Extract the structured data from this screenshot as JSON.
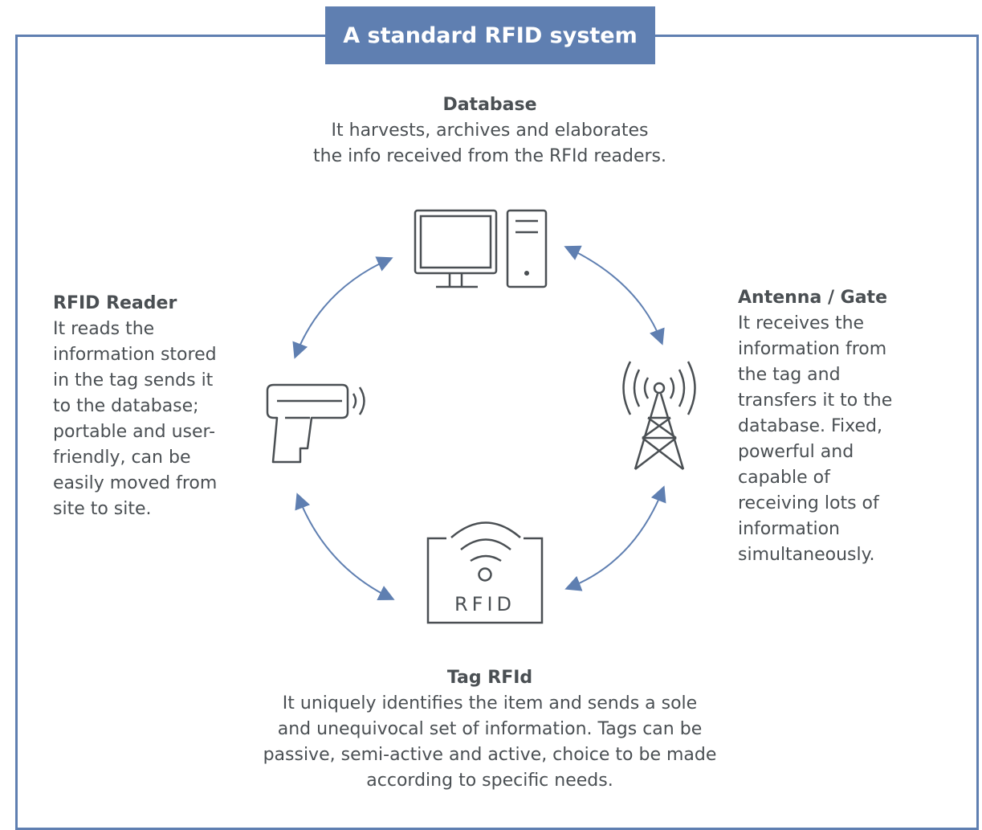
{
  "title": "A standard RFID system",
  "colors": {
    "accent": "#5f7fb1",
    "icon_stroke": "#4a4f53",
    "text": "#4a4f53"
  },
  "nodes": {
    "database": {
      "heading": "Database",
      "text": "It harvests, archives and elaborates\nthe info received from the RFId readers.",
      "icon": "desktop-computer-icon"
    },
    "reader": {
      "heading": "RFID Reader",
      "text": "It reads the\ninformation stored\nin the tag sends it\nto the database;\nportable and user-\nfriendly, can be\neasily moved from\nsite to site.",
      "icon": "handheld-scanner-icon"
    },
    "antenna": {
      "heading": "Antenna / Gate",
      "text": "It receives the\ninformation from\nthe tag and\ntransfers it to the\ndatabase. Fixed,\npowerful and\ncapable of\nreceiving lots of\ninformation\nsimultaneously.",
      "icon": "antenna-tower-icon"
    },
    "tag": {
      "heading": "Tag RFId",
      "text": "It uniquely identifies the item and sends a sole\nand unequivocal set of information. Tags can be\npassive, semi-active and active, choice to be made\naccording to specific needs.",
      "icon": "rfid-tag-icon",
      "icon_label": "RFID"
    }
  }
}
